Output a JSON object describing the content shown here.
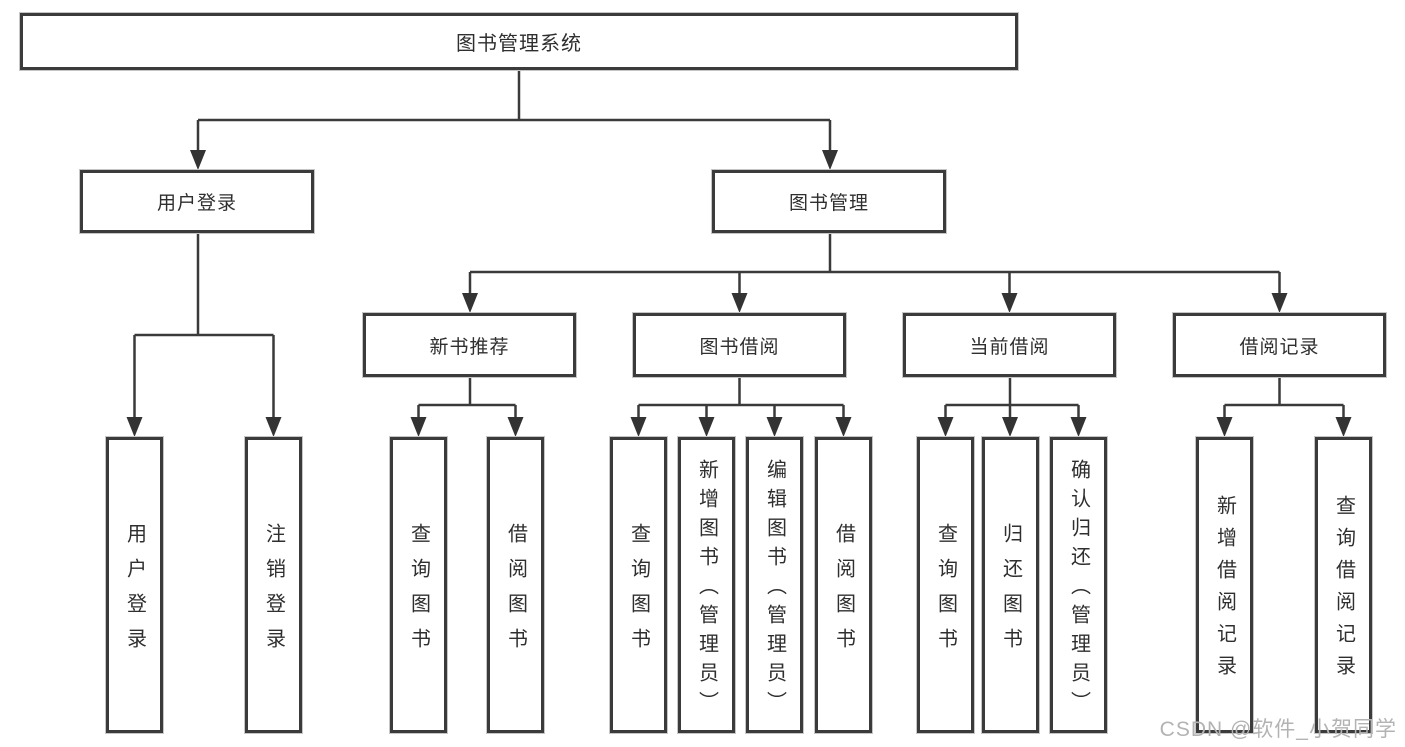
{
  "diagram": {
    "root": {
      "label": "图书管理系统"
    },
    "level2": [
      {
        "label": "用户登录"
      },
      {
        "label": "图书管理"
      }
    ],
    "level3": [
      {
        "label": "新书推荐"
      },
      {
        "label": "图书借阅"
      },
      {
        "label": "当前借阅"
      },
      {
        "label": "借阅记录"
      }
    ],
    "leaves": {
      "user_login": [
        "用户登录",
        "注销登录"
      ],
      "new_books": [
        "查询图书",
        "借阅图书"
      ],
      "book_borrow": [
        "查询图书",
        "新增图书（管理员）",
        "编辑图书（管理员）",
        "借阅图书"
      ],
      "current_borrow": [
        "查询图书",
        "归还图书",
        "确认归还（管理员）"
      ],
      "borrow_records": [
        "新增借阅记录",
        "查询借阅记录"
      ]
    }
  },
  "watermark": "CSDN @软件_小贺同学",
  "colors": {
    "line": "#3a3a3a",
    "box_border": "#3b3b3b",
    "text": "#2f2f2f",
    "watermark": "#b3b3b3",
    "background": "#ffffff"
  }
}
